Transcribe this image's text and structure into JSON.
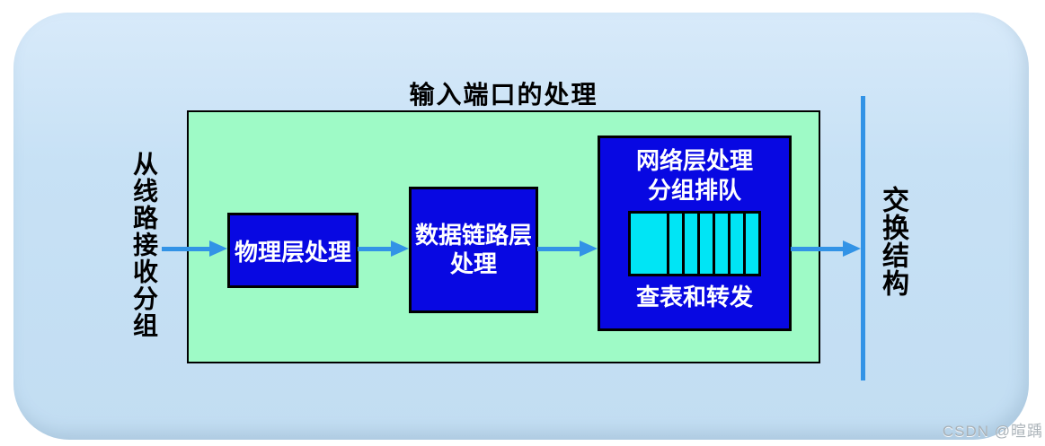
{
  "title": "输入端口的处理",
  "labels": {
    "from_line": "从线路接收分组",
    "switch_fabric": "交换结构"
  },
  "boxes": {
    "physical": {
      "label": "物理层处理"
    },
    "datalink": {
      "line1": "数据链路层",
      "line2": "处理"
    },
    "network": {
      "line1": "网络层处理",
      "line2": "分组排队",
      "footer": "查表和转发"
    }
  },
  "queue": {
    "wide_cells": 1,
    "narrow_cells": 6
  },
  "watermark": "CSDN @暄踽",
  "colors": {
    "panel_bg": "#c7e1f5",
    "stage_bg": "#9efac6",
    "box_bg": "#0808e2",
    "box_text": "#ffffff",
    "queue_cell": "#00e5f5",
    "arrow": "#3293e6",
    "text": "#000000"
  }
}
